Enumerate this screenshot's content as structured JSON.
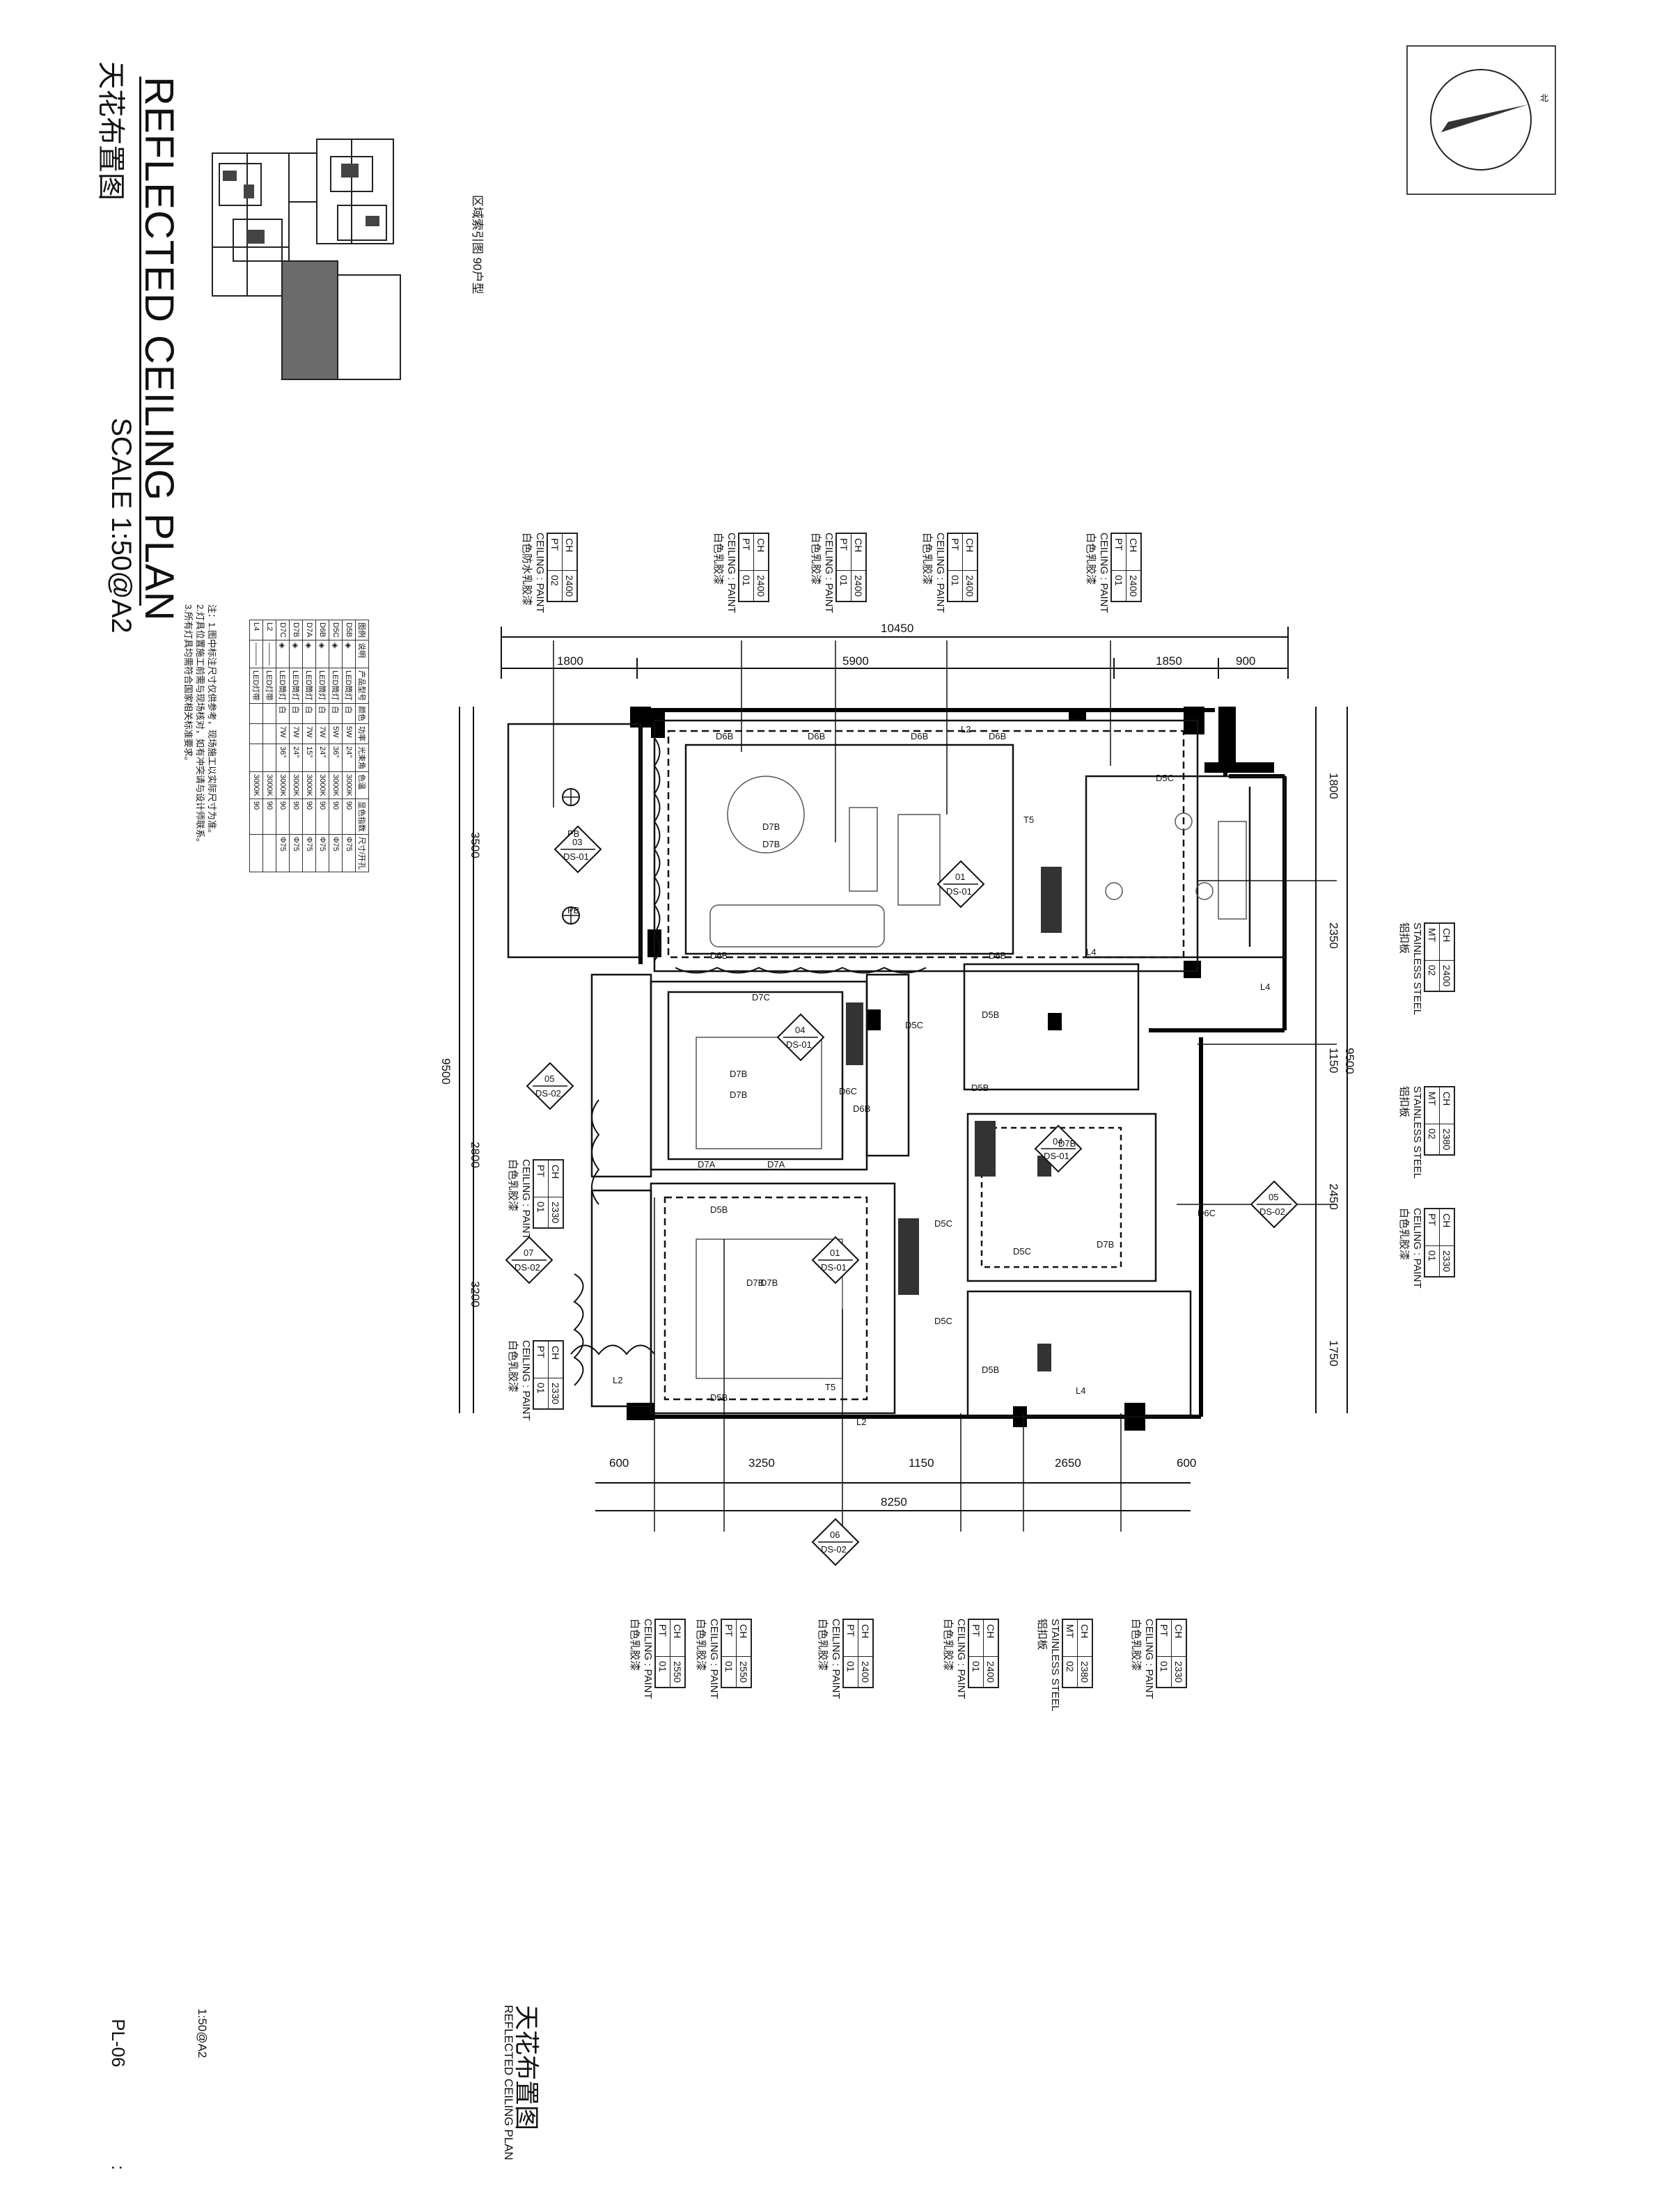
{
  "sheet": {
    "title_en": "REFLECTED CEILING PLAN",
    "title_cn": "天花布置图",
    "scale_text": "SCALE 1:50@A2",
    "keyplan_label": "区域索引图 90户型",
    "title_block": {
      "title_cn": "天花布置图",
      "title_en": "REFLECTED CEILING PLAN",
      "scale": "1:50@A2",
      "sheet_no": "PL-06",
      "colon": ":"
    }
  },
  "dimensions": {
    "top_overall": "10450",
    "top": [
      "1800",
      "5900",
      "1850",
      "900"
    ],
    "right_overall": "9500",
    "right": [
      "1800",
      "2350",
      "1150",
      "2450",
      "1750"
    ],
    "left_overall": "9500",
    "left": [
      "3500",
      "2800",
      "3200"
    ],
    "bottom_overall": "8250",
    "bottom": [
      "600",
      "3250",
      "1150",
      "2650",
      "600"
    ]
  },
  "ceiling_tags_top": [
    {
      "ch": "CH",
      "ch_val": "2400",
      "pt": "PT",
      "pt_val": "01",
      "desc1": "CEILING : PAINT",
      "desc2": "白色乳胶漆"
    },
    {
      "ch": "CH",
      "ch_val": "2400",
      "pt": "PT",
      "pt_val": "01",
      "desc1": "CEILING : PAINT",
      "desc2": "白色乳胶漆"
    },
    {
      "ch": "CH",
      "ch_val": "2400",
      "pt": "PT",
      "pt_val": "01",
      "desc1": "CEILING : PAINT",
      "desc2": "白色乳胶漆"
    },
    {
      "ch": "CH",
      "ch_val": "2400",
      "pt": "PT",
      "pt_val": "01",
      "desc1": "CEILING : PAINT",
      "desc2": "白色乳胶漆"
    },
    {
      "ch": "CH",
      "ch_val": "2400",
      "pt": "PT",
      "pt_val": "02",
      "desc1": "CEILING : PAINT",
      "desc2": "白色防水乳胶漆"
    }
  ],
  "ceiling_tags_right": [
    {
      "ch": "CH",
      "ch_val": "2400",
      "pt": "MT",
      "pt_val": "02",
      "desc1": "STAINLESS STEEL",
      "desc2": "铝扣板"
    },
    {
      "ch": "CH",
      "ch_val": "2380",
      "pt": "MT",
      "pt_val": "02",
      "desc1": "STAINLESS STEEL",
      "desc2": "铝扣板"
    },
    {
      "ch": "CH",
      "ch_val": "2330",
      "pt": "PT",
      "pt_val": "01",
      "desc1": "CEILING : PAINT",
      "desc2": "白色乳胶漆"
    }
  ],
  "ceiling_tags_left": [
    {
      "ch": "CH",
      "ch_val": "2330",
      "pt": "PT",
      "pt_val": "01",
      "desc1": "CEILING : PAINT",
      "desc2": "白色乳胶漆"
    },
    {
      "ch": "CH",
      "ch_val": "2330",
      "pt": "PT",
      "pt_val": "01",
      "desc1": "CEILING : PAINT",
      "desc2": "白色乳胶漆"
    }
  ],
  "ceiling_tags_bottom": [
    {
      "ch": "CH",
      "ch_val": "2550",
      "pt": "PT",
      "pt_val": "01",
      "desc1": "CEILING : PAINT",
      "desc2": "白色乳胶漆"
    },
    {
      "ch": "CH",
      "ch_val": "2550",
      "pt": "PT",
      "pt_val": "01",
      "desc1": "CEILING : PAINT",
      "desc2": "白色乳胶漆"
    },
    {
      "ch": "CH",
      "ch_val": "2400",
      "pt": "PT",
      "pt_val": "01",
      "desc1": "CEILING : PAINT",
      "desc2": "白色乳胶漆"
    },
    {
      "ch": "CH",
      "ch_val": "2400",
      "pt": "PT",
      "pt_val": "01",
      "desc1": "CEILING : PAINT",
      "desc2": "白色乳胶漆"
    },
    {
      "ch": "CH",
      "ch_val": "2380",
      "pt": "MT",
      "pt_val": "02",
      "desc1": "STAINLESS STEEL",
      "desc2": "铝扣板"
    },
    {
      "ch": "CH",
      "ch_val": "2330",
      "pt": "PT",
      "pt_val": "01",
      "desc1": "CEILING : PAINT",
      "desc2": "白色乳胶漆"
    }
  ],
  "section_markers": [
    {
      "num": "03",
      "ref": "DS-01"
    },
    {
      "num": "01",
      "ref": "DS-01"
    },
    {
      "num": "04",
      "ref": "DS-01"
    },
    {
      "num": "05",
      "ref": "DS-02"
    },
    {
      "num": "04",
      "ref": "DS-01"
    },
    {
      "num": "05",
      "ref": "DS-02"
    },
    {
      "num": "01",
      "ref": "DS-01"
    },
    {
      "num": "07",
      "ref": "DS-02"
    },
    {
      "num": "06",
      "ref": "DS-02"
    }
  ],
  "fixture_labels": [
    "D6B",
    "D6B",
    "D6B",
    "D6B",
    "D7B",
    "D7B",
    "D5C",
    "T5",
    "L2",
    "D6B",
    "D6B",
    "L4",
    "L4",
    "D5B",
    "D5C",
    "D5B",
    "D7C",
    "D7B",
    "D7B",
    "D7A",
    "D7A",
    "D6C",
    "D6B",
    "D5B",
    "D7B",
    "D7B",
    "D5C",
    "D5C",
    "D7B",
    "D7B",
    "D6C",
    "D5C",
    "D5B",
    "T5",
    "L2",
    "L2",
    "D5B",
    "PB",
    "PB",
    "L4"
  ],
  "legend": {
    "header": [
      "图例",
      "说明",
      "产品型号",
      "颜色",
      "功率",
      "光束角",
      "色温",
      "显色指数",
      "尺寸/开孔"
    ],
    "rows": [
      [
        "D5B",
        "◈",
        "LED筒灯",
        "白",
        "5W",
        "24°",
        "3000K",
        "90",
        "Φ75"
      ],
      [
        "D5C",
        "◈",
        "LED筒灯",
        "白",
        "5W",
        "36°",
        "3000K",
        "90",
        "Φ75"
      ],
      [
        "D6B",
        "◈",
        "LED筒灯",
        "白",
        "7W",
        "24°",
        "3000K",
        "90",
        "Φ75"
      ],
      [
        "D7A",
        "◈",
        "LED筒灯",
        "白",
        "7W",
        "15°",
        "3000K",
        "90",
        "Φ75"
      ],
      [
        "D7B",
        "◈",
        "LED筒灯",
        "白",
        "7W",
        "24°",
        "3000K",
        "90",
        "Φ75"
      ],
      [
        "D7C",
        "◈",
        "LED筒灯",
        "白",
        "7W",
        "36°",
        "3000K",
        "90",
        "Φ75"
      ],
      [
        "L2",
        "———",
        "LED灯带",
        "",
        "",
        "",
        "3000K",
        "90",
        ""
      ],
      [
        "L4",
        "———",
        "LED灯带",
        "",
        "",
        "",
        "3000K",
        "90",
        ""
      ]
    ]
  },
  "notes": [
    "注：1.图中标注尺寸仅供参考，现场施工以实际尺寸为准。",
    "2.灯具位置施工前需与现场核对，如有冲突请与设计师联系。",
    "3.所有灯具均需符合国家相关标准要求。"
  ],
  "colors": {
    "line": "#111111",
    "wall": "#000000",
    "hatch": "#555555"
  }
}
